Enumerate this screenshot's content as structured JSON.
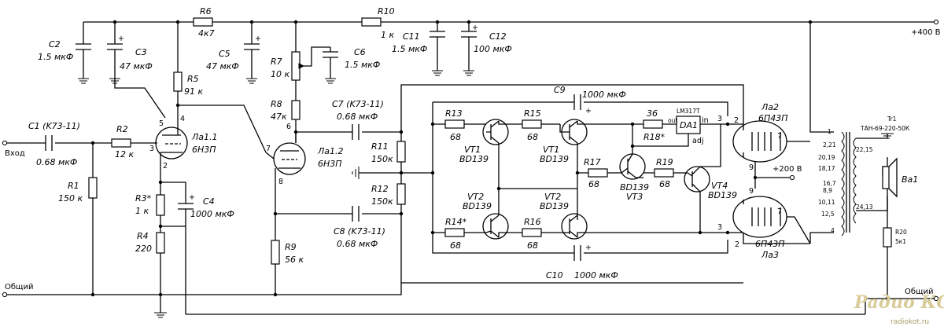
{
  "labels": {
    "input": "Вход",
    "common_left": "Общий",
    "common_right": "Общий",
    "plus400": "+400 В",
    "plus200": "+200 В",
    "r1": "R1",
    "r1v": "150 к",
    "r2": "R2",
    "r2v": "12 к",
    "r3": "R3*",
    "r3v": "1 к",
    "r4": "R4",
    "r4v": "220",
    "r5": "R5",
    "r5v": "91 к",
    "r6": "R6",
    "r6v": "4к7",
    "r7": "R7",
    "r7v": "10 к",
    "r8": "R8",
    "r8v": "47к",
    "r9": "R9",
    "r9v": "56 к",
    "r10": "R10",
    "r10v": "1 к",
    "r11": "R11",
    "r11v": "150к",
    "r12": "R12",
    "r12v": "150к",
    "r13": "R13",
    "r13v": "68",
    "r14": "R14*",
    "r14v": "68",
    "r15": "R15",
    "r15v": "68",
    "r16": "R16",
    "r16v": "68",
    "r17": "R17",
    "r17v": "68",
    "r18v": "36",
    "r18": "R18*",
    "r19": "R19",
    "r19v": "68",
    "r20": "R20",
    "r20v": "5к1",
    "c1": "C1 (K73-11)",
    "c1v": "0.68 мкФ",
    "c2": "C2",
    "c2v": "1.5 мкФ",
    "c3": "C3",
    "c3v": "47 мкФ",
    "c4": "C4",
    "c4v": "1000 мкФ",
    "c5": "C5",
    "c5v": "47 мкФ",
    "c6": "C6",
    "c6v": "1.5 мкФ",
    "c7": "C7 (K73-11)",
    "c7v": "0.68 мкФ",
    "c8": "C8 (K73-11)",
    "c8v": "0.68 мкФ",
    "c9": "C9",
    "c9v": "1000 мкФ",
    "c10": "C10",
    "c10v": "1000 мкФ",
    "c11": "C11",
    "c11v": "1.5 мкФ",
    "c12": "C12",
    "c12v": "100 мкФ",
    "la11": "Ла1.1",
    "la11t": "6Н3П",
    "la12": "Ла1.2",
    "la12t": "6Н3П",
    "la2": "Ла2",
    "la2t": "6П43П",
    "la3": "Ла3",
    "la3t": "6П43П",
    "vt1a": "VT1",
    "vt1at": "BD139",
    "vt1b": "VT1",
    "vt1bt": "BD139",
    "vt2a": "VT2",
    "vt2at": "BD139",
    "vt2b": "VT2",
    "vt2bt": "BD139",
    "vt3t": "BD139",
    "vt3": "VT3",
    "vt4": "VT4",
    "vt4t": "BD139",
    "da1": "DA1",
    "lm": "LM317T",
    "out": "out",
    "in": "in",
    "adj": "adj",
    "tr1": "Tr1",
    "tr1t": "ТАН-69-220-50К",
    "ba1": "Ва1",
    "taps": [
      "1",
      "2,21",
      "20,19",
      "18,17",
      "16,7",
      "8,9",
      "10,11",
      "12,5",
      "4"
    ],
    "taps2": [
      "22,15",
      "24,13"
    ],
    "pins": {
      "p5": "5",
      "p4": "4",
      "p3": "3",
      "p2": "2",
      "p7": "7",
      "p6": "6",
      "p8": "8"
    },
    "outpins": {
      "a2": "2",
      "a7": "7",
      "a3": "3",
      "a9": "9",
      "b9": "9",
      "b7": "7",
      "b3": "3",
      "b2": "2"
    },
    "watermark": "Радио КОТ",
    "watermark_url": "radiokot.ru"
  }
}
